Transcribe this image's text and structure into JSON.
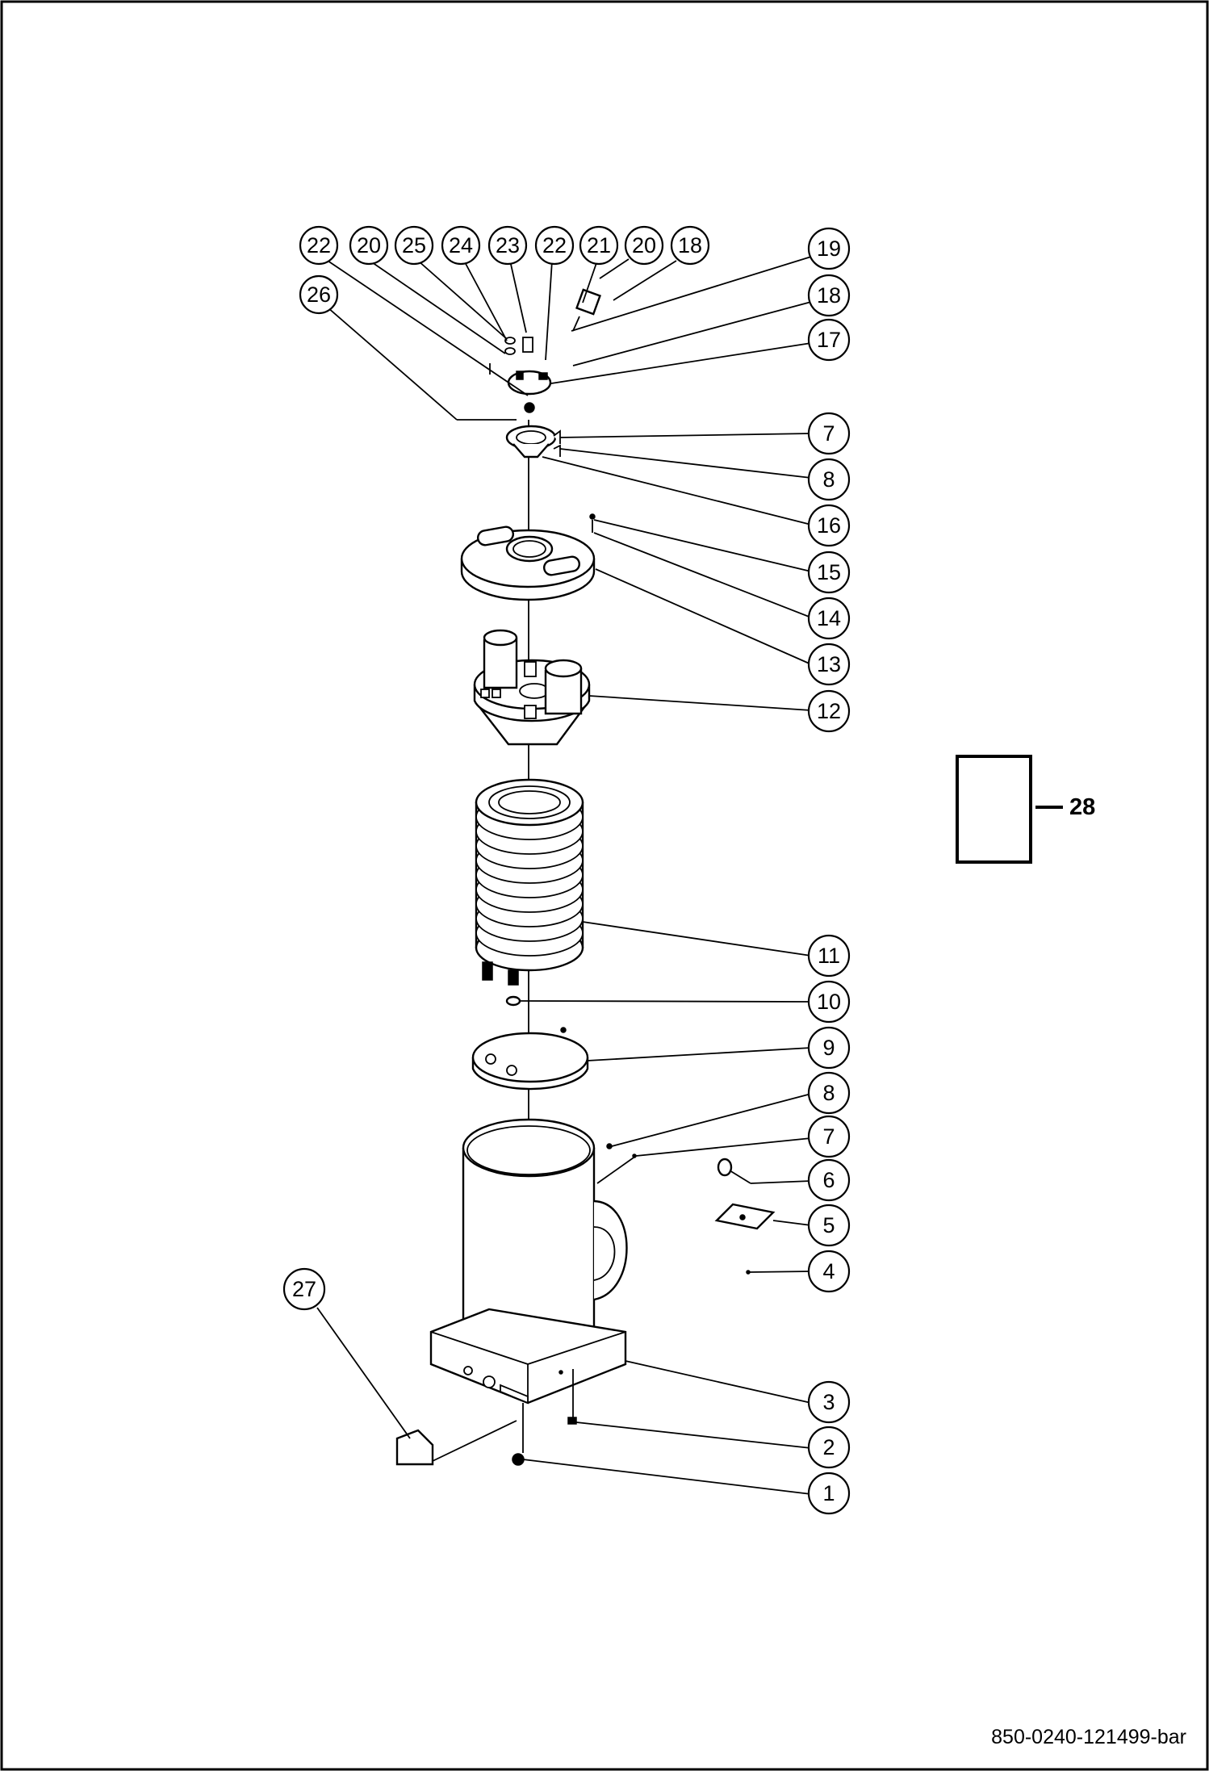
{
  "callouts": [
    {
      "id": "c22a",
      "label": "22"
    },
    {
      "id": "c20a",
      "label": "20"
    },
    {
      "id": "c25",
      "label": "25"
    },
    {
      "id": "c24",
      "label": "24"
    },
    {
      "id": "c23",
      "label": "23"
    },
    {
      "id": "c22b",
      "label": "22"
    },
    {
      "id": "c21",
      "label": "21"
    },
    {
      "id": "c20b",
      "label": "20"
    },
    {
      "id": "c18a",
      "label": "18"
    },
    {
      "id": "c26",
      "label": "26"
    },
    {
      "id": "c19",
      "label": "19"
    },
    {
      "id": "c18b",
      "label": "18"
    },
    {
      "id": "c17",
      "label": "17"
    },
    {
      "id": "c7a",
      "label": "7"
    },
    {
      "id": "c8a",
      "label": "8"
    },
    {
      "id": "c16",
      "label": "16"
    },
    {
      "id": "c15",
      "label": "15"
    },
    {
      "id": "c14",
      "label": "14"
    },
    {
      "id": "c13",
      "label": "13"
    },
    {
      "id": "c12",
      "label": "12"
    },
    {
      "id": "c11",
      "label": "11"
    },
    {
      "id": "c10",
      "label": "10"
    },
    {
      "id": "c9",
      "label": "9"
    },
    {
      "id": "c8b",
      "label": "8"
    },
    {
      "id": "c7b",
      "label": "7"
    },
    {
      "id": "c6",
      "label": "6"
    },
    {
      "id": "c5",
      "label": "5"
    },
    {
      "id": "c4",
      "label": "4"
    },
    {
      "id": "c27",
      "label": "27"
    },
    {
      "id": "c3",
      "label": "3"
    },
    {
      "id": "c2",
      "label": "2"
    },
    {
      "id": "c1",
      "label": "1"
    }
  ],
  "box_label": "28",
  "drawing_code": "850-0240-121499-bar"
}
